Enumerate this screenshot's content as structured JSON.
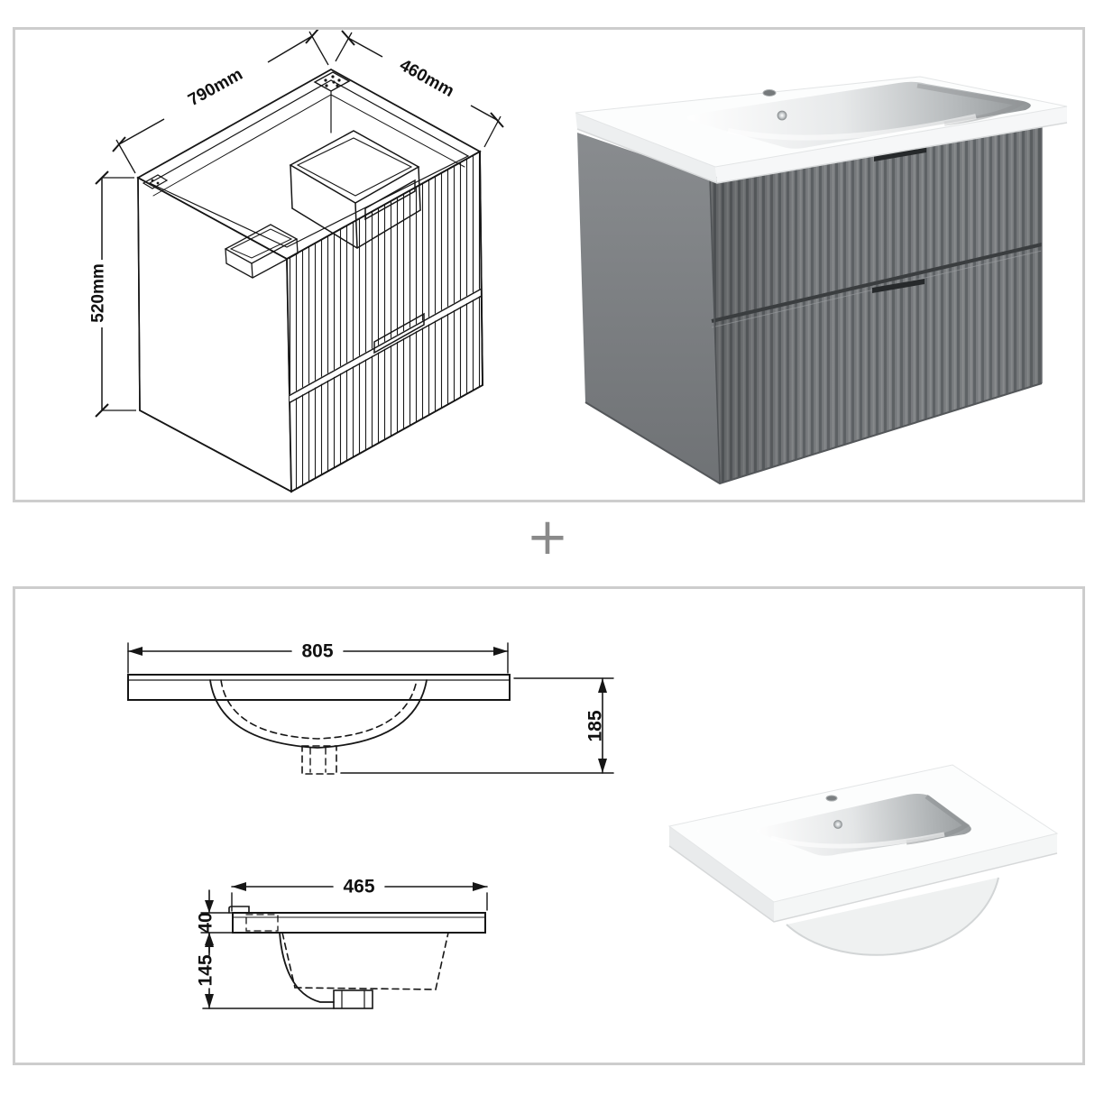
{
  "separator": {
    "icon": "plus-icon",
    "symbol": "+",
    "color": "#8a8a8a"
  },
  "colors": {
    "panel_border": "#cdcdcd",
    "line_art": "#161616",
    "cabinet_grey": "#797c7f",
    "counter_white": "#fcfdfd",
    "handle_black": "#26292b"
  },
  "vanity_section": {
    "diagram": {
      "width_label": "790mm",
      "depth_label": "460mm",
      "height_label": "520mm"
    },
    "render": {
      "drawers": 2
    }
  },
  "basin_section": {
    "front_view": {
      "width_label": "805",
      "height_label": "185"
    },
    "side_view": {
      "width_label": "465",
      "thickness_label": "40",
      "bowl_depth_label": "145"
    }
  }
}
